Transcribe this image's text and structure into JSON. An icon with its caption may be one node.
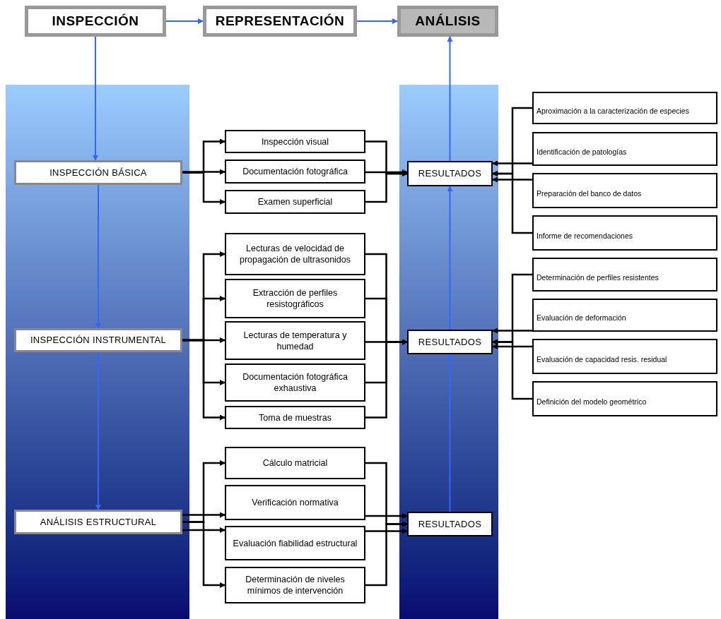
{
  "diagram": {
    "nodes": [
      {
        "text": [
          "INSPECCIÓN"
        ]
      },
      {
        "text": [
          "REPRESENTACIÓN"
        ]
      },
      {
        "text": [
          "ANÁLISIS"
        ]
      },
      {
        "text": [
          "INSPECCIÓN BÁSICA"
        ]
      },
      {
        "text": [
          "INSPECCIÓN INSTRUMENTAL"
        ]
      },
      {
        "text": [
          "ANÁLISIS ESTRUCTURAL"
        ]
      },
      {
        "text": [
          "Inspección visual"
        ]
      },
      {
        "text": [
          "Documentación fotográfica"
        ]
      },
      {
        "text": [
          "Examen superficial"
        ]
      },
      {
        "text": [
          "Lecturas de velocidad de propagación de ultrasonidos"
        ]
      },
      {
        "text": [
          "Extracción de perfiles resistográficos"
        ]
      },
      {
        "text": [
          "Lecturas de temperatura y humedad"
        ]
      },
      {
        "text": [
          "Documentación fotográfica exhaustiva"
        ]
      },
      {
        "text": [
          "Toma de muestras"
        ]
      },
      {
        "text": [
          "Cálculo matricial"
        ]
      },
      {
        "text": [
          "Verificación normativa"
        ]
      },
      {
        "text": [
          "Evaluación fiabilidad estructural"
        ]
      },
      {
        "text": [
          "Determinación de niveles mínimos de intervención"
        ]
      },
      {
        "text": [
          "RESULTADOS"
        ]
      },
      {
        "text": [
          "RESULTADOS"
        ]
      },
      {
        "text": [
          "RESULTADOS"
        ]
      },
      {
        "text": [
          "Aproximación a la caracterización de especies"
        ]
      },
      {
        "text": [
          "Identificación de patologías"
        ]
      },
      {
        "text": [
          "Preparación del banco de datos"
        ]
      },
      {
        "text": [
          "Informe de recomendaciones"
        ]
      },
      {
        "text": [
          "Determinación de perfiles resistentes"
        ]
      },
      {
        "text": [
          "Evaluación de deformación"
        ]
      },
      {
        "text": [
          "Evaluación de capacidad resis. residual"
        ]
      },
      {
        "text": [
          "Definición del modelo geométrico"
        ]
      }
    ],
    "edges": [
      {
        "from": 0,
        "to": 1,
        "arrow": "to",
        "color": "#3366ff"
      },
      {
        "from": 1,
        "to": 2,
        "arrow": "to",
        "color": "#3366ff"
      },
      {
        "from": 0,
        "to": 3,
        "arrow": "to",
        "color": "#3366ff"
      },
      {
        "from": 3,
        "to": 4,
        "arrow": "to",
        "color": "#3366ff"
      },
      {
        "from": 4,
        "to": 5,
        "arrow": "to",
        "color": "#3366ff"
      },
      {
        "from": 18,
        "to": 2,
        "arrow": "to",
        "color": "#3366ff"
      },
      {
        "from": 19,
        "to": 18,
        "arrow": "to",
        "color": "#3366ff"
      },
      {
        "from": 20,
        "to": 19,
        "arrow": "to",
        "color": "#3366ff"
      },
      {
        "from": 3,
        "to": 6,
        "arrow": "to"
      },
      {
        "from": 3,
        "to": 7,
        "arrow": "to"
      },
      {
        "from": 3,
        "to": 8,
        "arrow": "to"
      },
      {
        "from": 6,
        "to": 18,
        "arrow": "to"
      },
      {
        "from": 7,
        "to": 18,
        "arrow": "to"
      },
      {
        "from": 8,
        "to": 18,
        "arrow": "to"
      },
      {
        "from": 4,
        "to": 9,
        "arrow": "to"
      },
      {
        "from": 4,
        "to": 10,
        "arrow": "to"
      },
      {
        "from": 4,
        "to": 11,
        "arrow": "to"
      },
      {
        "from": 4,
        "to": 12,
        "arrow": "to"
      },
      {
        "from": 4,
        "to": 13,
        "arrow": "to"
      },
      {
        "from": 9,
        "to": 19,
        "arrow": "to"
      },
      {
        "from": 10,
        "to": 19,
        "arrow": "to"
      },
      {
        "from": 11,
        "to": 19,
        "arrow": "to"
      },
      {
        "from": 12,
        "to": 19,
        "arrow": "to"
      },
      {
        "from": 13,
        "to": 19,
        "arrow": "to"
      },
      {
        "from": 5,
        "to": 14,
        "arrow": "to"
      },
      {
        "from": 5,
        "to": 15,
        "arrow": "to"
      },
      {
        "from": 5,
        "to": 16,
        "arrow": "to"
      },
      {
        "from": 5,
        "to": 17,
        "arrow": "to"
      },
      {
        "from": 14,
        "to": 20,
        "arrow": "to"
      },
      {
        "from": 15,
        "to": 20,
        "arrow": "to"
      },
      {
        "from": 16,
        "to": 20,
        "arrow": "to"
      },
      {
        "from": 17,
        "to": 20,
        "arrow": "to"
      },
      {
        "from": 21,
        "to": 18,
        "arrow": "to"
      },
      {
        "from": 22,
        "to": 18,
        "arrow": "to"
      },
      {
        "from": 23,
        "to": 18,
        "arrow": "to"
      },
      {
        "from": 24,
        "to": 18,
        "arrow": "to"
      },
      {
        "from": 25,
        "to": 19,
        "arrow": "to"
      },
      {
        "from": 26,
        "to": 19,
        "arrow": "to"
      },
      {
        "from": 27,
        "to": 19,
        "arrow": "to"
      },
      {
        "from": 28,
        "to": 19,
        "arrow": "to"
      }
    ]
  }
}
